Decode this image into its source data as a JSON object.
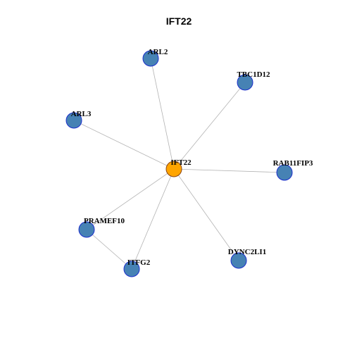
{
  "title": "IFT22",
  "colors": {
    "center_fill": "#FFA500",
    "center_stroke": "#8B4513",
    "node_fill": "#4682B4",
    "node_stroke": "#1C2FCC",
    "edge": "#B3B3B3"
  },
  "network": {
    "center": "IFT22",
    "nodes": [
      {
        "id": "IFT22",
        "role": "center"
      },
      {
        "id": "ARL2",
        "role": "neighbor"
      },
      {
        "id": "TBC1D12",
        "role": "neighbor"
      },
      {
        "id": "ARL3",
        "role": "neighbor"
      },
      {
        "id": "RAB11FIP3",
        "role": "neighbor"
      },
      {
        "id": "PRAMEF10",
        "role": "neighbor"
      },
      {
        "id": "ITFG2",
        "role": "neighbor"
      },
      {
        "id": "DYNC2LI1",
        "role": "neighbor"
      }
    ],
    "edges": [
      {
        "source": "IFT22",
        "target": "ARL2"
      },
      {
        "source": "IFT22",
        "target": "TBC1D12"
      },
      {
        "source": "IFT22",
        "target": "ARL3"
      },
      {
        "source": "IFT22",
        "target": "RAB11FIP3"
      },
      {
        "source": "IFT22",
        "target": "PRAMEF10"
      },
      {
        "source": "IFT22",
        "target": "ITFG2"
      },
      {
        "source": "IFT22",
        "target": "DYNC2LI1"
      },
      {
        "source": "PRAMEF10",
        "target": "ITFG2"
      }
    ]
  }
}
